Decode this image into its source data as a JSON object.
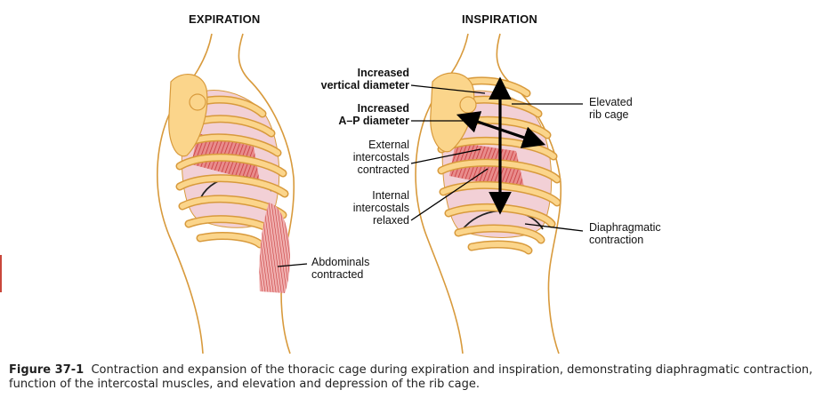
{
  "panels": {
    "expiration_title": "EXPIRATION",
    "inspiration_title": "INSPIRATION"
  },
  "labels": {
    "abdominals": [
      "Abdominals",
      "contracted"
    ],
    "increased_vertical": [
      "Increased",
      "vertical diameter"
    ],
    "increased_ap": [
      "Increased",
      "A–P diameter"
    ],
    "external_intercostals": [
      "External",
      "intercostals",
      "contracted"
    ],
    "internal_intercostals": [
      "Internal",
      "intercostals",
      "relaxed"
    ],
    "elevated_rib_cage": [
      "Elevated",
      "rib cage"
    ],
    "diaphragmatic_contraction": [
      "Diaphragmatic",
      "contraction"
    ]
  },
  "caption": {
    "figure_number": "Figure 37-1",
    "text": "Contraction and expansion of the thoracic cage during expiration and inspiration, demonstrating diaphragmatic contraction, function of the intercostal muscles, and elevation and depression of the rib cage."
  },
  "colors": {
    "bone": "#fbd58b",
    "bone_outline": "#d89a3c",
    "muscle": "#d9585a",
    "lung": "#f2d0d6",
    "body_outline": "#d89a3c",
    "arrow": "#000000"
  }
}
